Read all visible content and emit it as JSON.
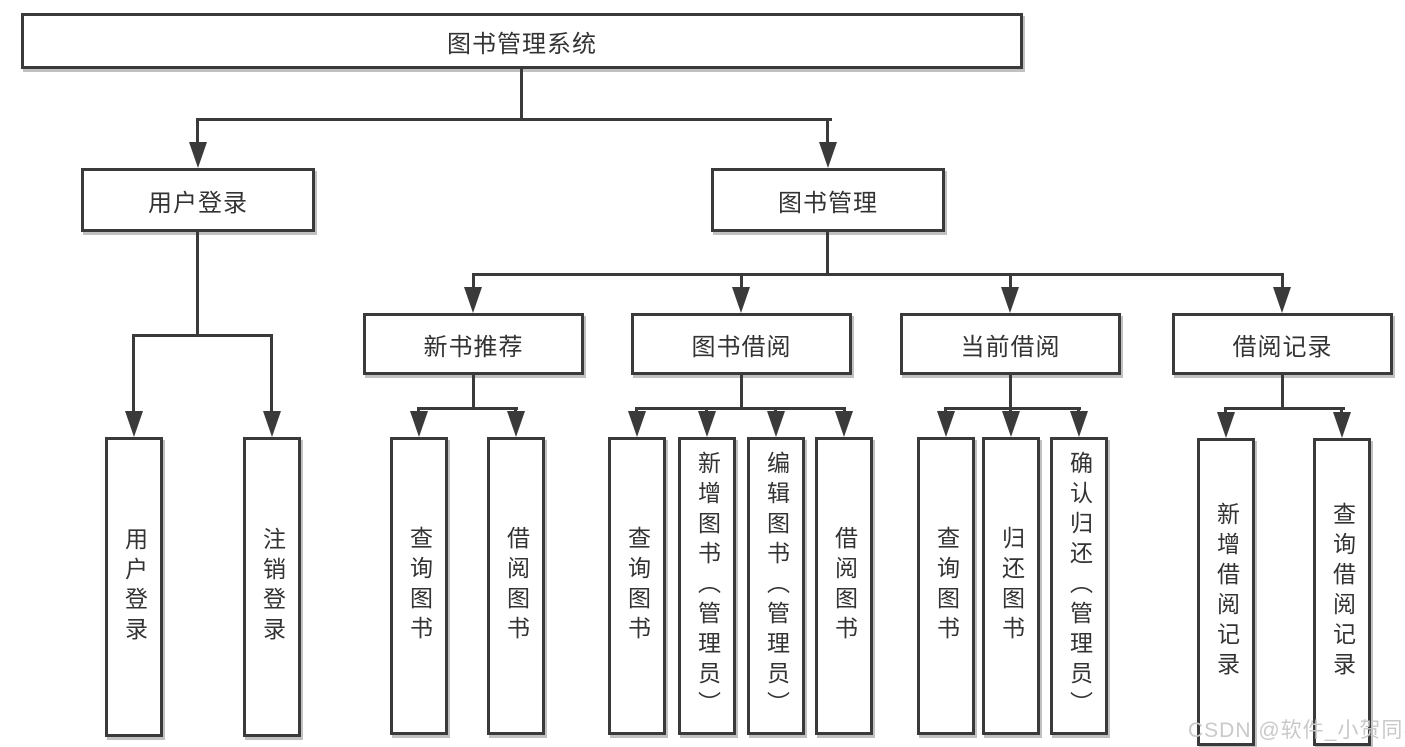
{
  "root": {
    "label": "图书管理系统"
  },
  "level2": [
    {
      "label": "用户登录"
    },
    {
      "label": "图书管理"
    }
  ],
  "level3": [
    {
      "label": "新书推荐"
    },
    {
      "label": "图书借阅"
    },
    {
      "label": "当前借阅"
    },
    {
      "label": "借阅记录"
    }
  ],
  "leaves": {
    "user_login": [
      {
        "label": "用户登录"
      },
      {
        "label": "注销登录"
      }
    ],
    "new_book": [
      {
        "label": "查询图书"
      },
      {
        "label": "借阅图书"
      }
    ],
    "book_borrow": [
      {
        "label": "查询图书"
      },
      {
        "label": "新增图书（管理员）"
      },
      {
        "label": "编辑图书（管理员）"
      },
      {
        "label": "借阅图书"
      }
    ],
    "current_borrow": [
      {
        "label": "查询图书"
      },
      {
        "label": "归还图书"
      },
      {
        "label": "确认归还（管理员）"
      }
    ],
    "borrow_record": [
      {
        "label": "新增借阅记录"
      },
      {
        "label": "查询借阅记录"
      }
    ]
  },
  "watermark": {
    "text": "CSDN @软件_小贺同学"
  },
  "colors": {
    "line": "#3a3a3a",
    "text": "#333333",
    "watermark": "#c9c9c9",
    "background": "#ffffff"
  }
}
